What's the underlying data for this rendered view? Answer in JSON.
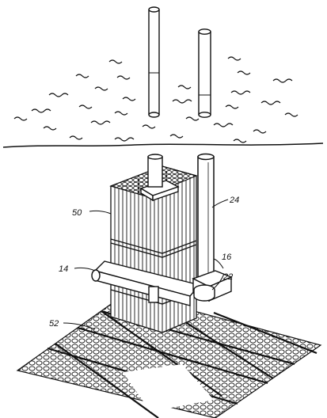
{
  "reference_labels": {
    "label_24": "24",
    "label_50": "50",
    "label_14": "14",
    "label_16": "16",
    "label_22": "22",
    "label_52": "52"
  }
}
